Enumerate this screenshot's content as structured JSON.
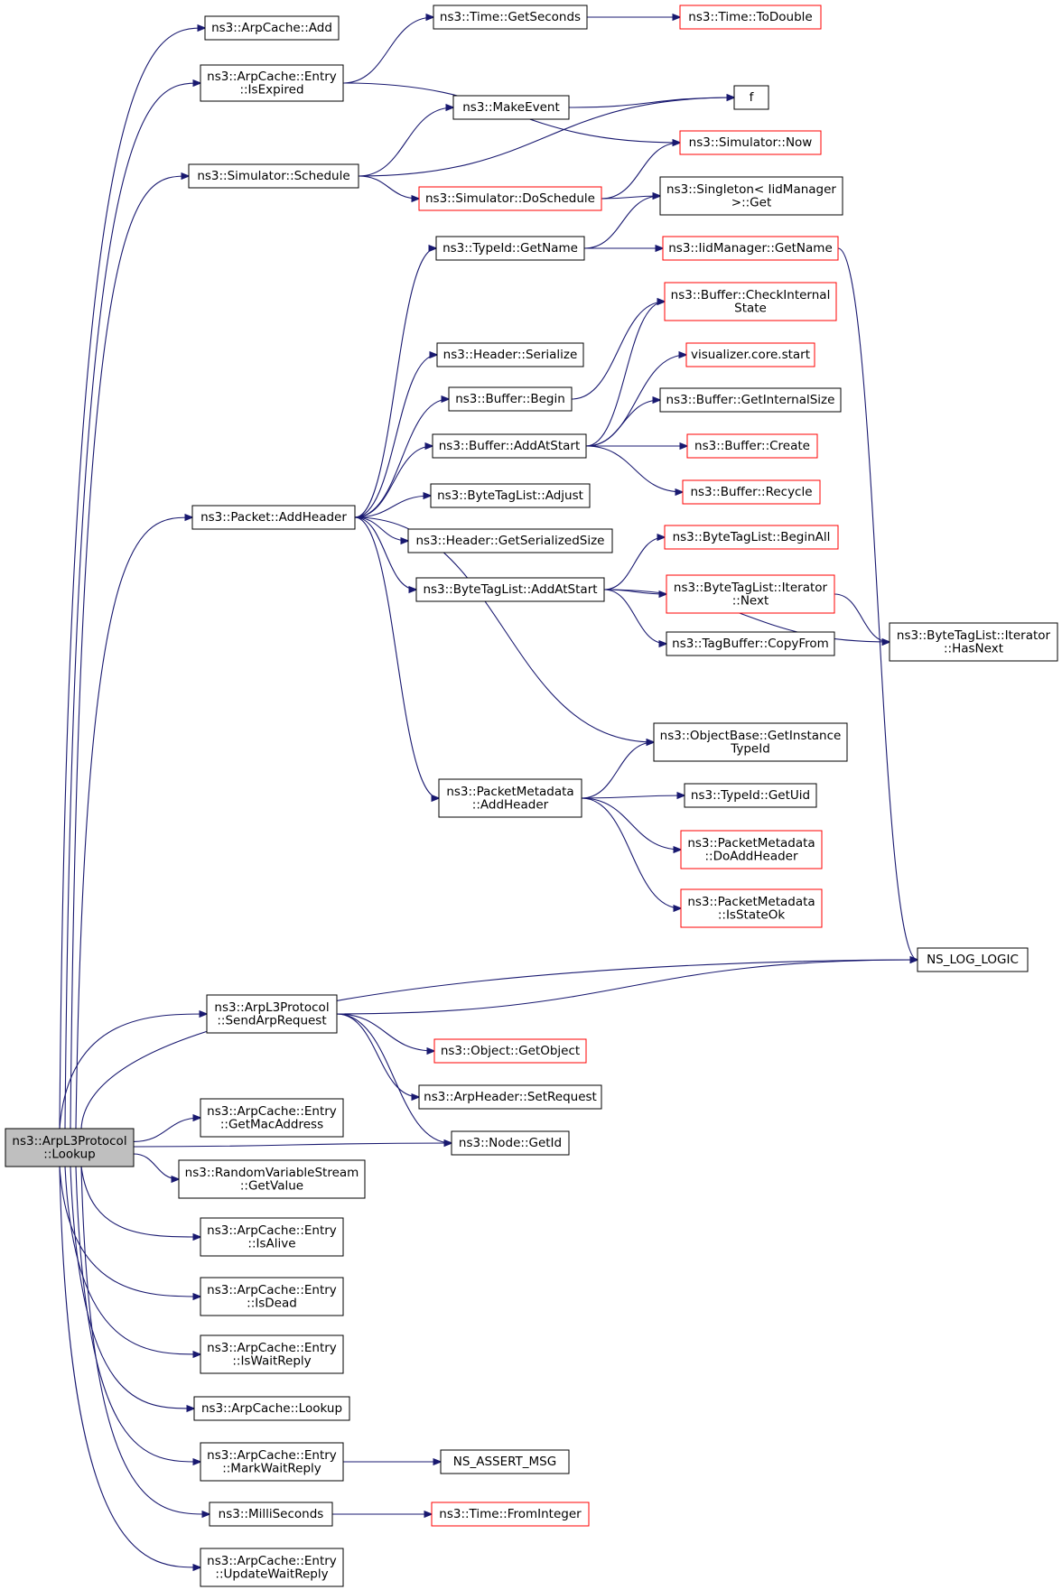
{
  "colors": {
    "edge": "#191970",
    "border_normal": "#000000",
    "border_truncated": "#ff0000",
    "root_fill": "#bfbfbf",
    "background": "#ffffff"
  },
  "nodes": [
    {
      "id": "root",
      "lines": [
        "ns3::ArpL3Protocol",
        "::Lookup"
      ],
      "style": "root"
    },
    {
      "id": "arpcache_add",
      "lines": [
        "ns3::ArpCache::Add"
      ],
      "style": "normal"
    },
    {
      "id": "entry_isexpired",
      "lines": [
        "ns3::ArpCache::Entry",
        "::IsExpired"
      ],
      "style": "normal"
    },
    {
      "id": "time_getseconds",
      "lines": [
        "ns3::Time::GetSeconds"
      ],
      "style": "normal"
    },
    {
      "id": "time_todouble",
      "lines": [
        "ns3::Time::ToDouble"
      ],
      "style": "red"
    },
    {
      "id": "f",
      "lines": [
        "f"
      ],
      "style": "normal"
    },
    {
      "id": "makeevent",
      "lines": [
        "ns3::MakeEvent"
      ],
      "style": "normal"
    },
    {
      "id": "sim_now",
      "lines": [
        "ns3::Simulator::Now"
      ],
      "style": "red"
    },
    {
      "id": "sim_schedule",
      "lines": [
        "ns3::Simulator::Schedule"
      ],
      "style": "normal"
    },
    {
      "id": "sim_doschedule",
      "lines": [
        "ns3::Simulator::DoSchedule"
      ],
      "style": "red"
    },
    {
      "id": "singleton_get",
      "lines": [
        "ns3::Singleton< IidManager",
        ">::Get"
      ],
      "style": "normal"
    },
    {
      "id": "typeid_getname",
      "lines": [
        "ns3::TypeId::GetName"
      ],
      "style": "normal"
    },
    {
      "id": "iidmanager_getname",
      "lines": [
        "ns3::IidManager::GetName"
      ],
      "style": "red"
    },
    {
      "id": "buffer_checkinternal",
      "lines": [
        "ns3::Buffer::CheckInternal",
        "State"
      ],
      "style": "red"
    },
    {
      "id": "header_serialize",
      "lines": [
        "ns3::Header::Serialize"
      ],
      "style": "normal"
    },
    {
      "id": "vis_start",
      "lines": [
        "visualizer.core.start"
      ],
      "style": "red"
    },
    {
      "id": "buffer_begin",
      "lines": [
        "ns3::Buffer::Begin"
      ],
      "style": "normal"
    },
    {
      "id": "buffer_getinternalsize",
      "lines": [
        "ns3::Buffer::GetInternalSize"
      ],
      "style": "normal"
    },
    {
      "id": "buffer_addatstart",
      "lines": [
        "ns3::Buffer::AddAtStart"
      ],
      "style": "normal"
    },
    {
      "id": "buffer_create",
      "lines": [
        "ns3::Buffer::Create"
      ],
      "style": "red"
    },
    {
      "id": "buffer_recycle",
      "lines": [
        "ns3::Buffer::Recycle"
      ],
      "style": "red"
    },
    {
      "id": "btl_adjust",
      "lines": [
        "ns3::ByteTagList::Adjust"
      ],
      "style": "normal"
    },
    {
      "id": "packet_addheader",
      "lines": [
        "ns3::Packet::AddHeader"
      ],
      "style": "normal"
    },
    {
      "id": "header_getserializedsize",
      "lines": [
        "ns3::Header::GetSerializedSize"
      ],
      "style": "normal"
    },
    {
      "id": "btl_beginall",
      "lines": [
        "ns3::ByteTagList::BeginAll"
      ],
      "style": "red"
    },
    {
      "id": "btl_addatstart",
      "lines": [
        "ns3::ByteTagList::AddAtStart"
      ],
      "style": "normal"
    },
    {
      "id": "btl_iter_next",
      "lines": [
        "ns3::ByteTagList::Iterator",
        "::Next"
      ],
      "style": "red"
    },
    {
      "id": "tagbuffer_copyfrom",
      "lines": [
        "ns3::TagBuffer::CopyFrom"
      ],
      "style": "normal"
    },
    {
      "id": "btl_iter_hasnext",
      "lines": [
        "ns3::ByteTagList::Iterator",
        "::HasNext"
      ],
      "style": "normal"
    },
    {
      "id": "objectbase_getinstance",
      "lines": [
        "ns3::ObjectBase::GetInstance",
        "TypeId"
      ],
      "style": "normal"
    },
    {
      "id": "pm_addheader",
      "lines": [
        "ns3::PacketMetadata",
        "::AddHeader"
      ],
      "style": "normal"
    },
    {
      "id": "typeid_getuid",
      "lines": [
        "ns3::TypeId::GetUid"
      ],
      "style": "normal"
    },
    {
      "id": "pm_doaddheader",
      "lines": [
        "ns3::PacketMetadata",
        "::DoAddHeader"
      ],
      "style": "red"
    },
    {
      "id": "pm_isstateok",
      "lines": [
        "ns3::PacketMetadata",
        "::IsStateOk"
      ],
      "style": "red"
    },
    {
      "id": "ns_log_logic",
      "lines": [
        "NS_LOG_LOGIC"
      ],
      "style": "normal"
    },
    {
      "id": "sendarprequest",
      "lines": [
        "ns3::ArpL3Protocol",
        "::SendArpRequest"
      ],
      "style": "normal"
    },
    {
      "id": "object_getobject",
      "lines": [
        "ns3::Object::GetObject"
      ],
      "style": "red"
    },
    {
      "id": "arpheader_setrequest",
      "lines": [
        "ns3::ArpHeader::SetRequest"
      ],
      "style": "normal"
    },
    {
      "id": "entry_getmac",
      "lines": [
        "ns3::ArpCache::Entry",
        "::GetMacAddress"
      ],
      "style": "normal"
    },
    {
      "id": "node_getid",
      "lines": [
        "ns3::Node::GetId"
      ],
      "style": "normal"
    },
    {
      "id": "rvs_getvalue",
      "lines": [
        "ns3::RandomVariableStream",
        "::GetValue"
      ],
      "style": "normal"
    },
    {
      "id": "entry_isalive",
      "lines": [
        "ns3::ArpCache::Entry",
        "::IsAlive"
      ],
      "style": "normal"
    },
    {
      "id": "entry_isdead",
      "lines": [
        "ns3::ArpCache::Entry",
        "::IsDead"
      ],
      "style": "normal"
    },
    {
      "id": "entry_iswaitreply",
      "lines": [
        "ns3::ArpCache::Entry",
        "::IsWaitReply"
      ],
      "style": "normal"
    },
    {
      "id": "arpcache_lookup",
      "lines": [
        "ns3::ArpCache::Lookup"
      ],
      "style": "normal"
    },
    {
      "id": "entry_markwaitreply",
      "lines": [
        "ns3::ArpCache::Entry",
        "::MarkWaitReply"
      ],
      "style": "normal"
    },
    {
      "id": "ns_assert_msg",
      "lines": [
        "NS_ASSERT_MSG"
      ],
      "style": "normal"
    },
    {
      "id": "milliseconds",
      "lines": [
        "ns3::MilliSeconds"
      ],
      "style": "normal"
    },
    {
      "id": "time_frominteger",
      "lines": [
        "ns3::Time::FromInteger"
      ],
      "style": "red"
    },
    {
      "id": "entry_updatewaitreply",
      "lines": [
        "ns3::ArpCache::Entry",
        "::UpdateWaitReply"
      ],
      "style": "normal"
    }
  ],
  "edges": [
    {
      "from": "root",
      "to": "arpcache_add"
    },
    {
      "from": "root",
      "to": "entry_isexpired"
    },
    {
      "from": "root",
      "to": "sim_schedule"
    },
    {
      "from": "root",
      "to": "packet_addheader"
    },
    {
      "from": "root",
      "to": "ns_log_logic"
    },
    {
      "from": "root",
      "to": "sendarprequest"
    },
    {
      "from": "root",
      "to": "entry_getmac"
    },
    {
      "from": "root",
      "to": "node_getid"
    },
    {
      "from": "root",
      "to": "rvs_getvalue"
    },
    {
      "from": "root",
      "to": "entry_isalive"
    },
    {
      "from": "root",
      "to": "entry_isdead"
    },
    {
      "from": "root",
      "to": "entry_iswaitreply"
    },
    {
      "from": "root",
      "to": "arpcache_lookup"
    },
    {
      "from": "root",
      "to": "entry_markwaitreply"
    },
    {
      "from": "root",
      "to": "milliseconds"
    },
    {
      "from": "root",
      "to": "entry_updatewaitreply"
    },
    {
      "from": "entry_isexpired",
      "to": "time_getseconds"
    },
    {
      "from": "entry_isexpired",
      "to": "sim_now"
    },
    {
      "from": "time_getseconds",
      "to": "time_todouble"
    },
    {
      "from": "makeevent",
      "to": "f"
    },
    {
      "from": "sim_schedule",
      "to": "makeevent"
    },
    {
      "from": "sim_schedule",
      "to": "f"
    },
    {
      "from": "sim_schedule",
      "to": "sim_doschedule"
    },
    {
      "from": "sim_doschedule",
      "to": "sim_now"
    },
    {
      "from": "sim_doschedule",
      "to": "singleton_get"
    },
    {
      "from": "typeid_getname",
      "to": "singleton_get"
    },
    {
      "from": "typeid_getname",
      "to": "iidmanager_getname"
    },
    {
      "from": "iidmanager_getname",
      "to": "ns_log_logic"
    },
    {
      "from": "buffer_begin",
      "to": "buffer_checkinternal"
    },
    {
      "from": "buffer_addatstart",
      "to": "buffer_checkinternal"
    },
    {
      "from": "buffer_addatstart",
      "to": "vis_start"
    },
    {
      "from": "buffer_addatstart",
      "to": "buffer_getinternalsize"
    },
    {
      "from": "buffer_addatstart",
      "to": "buffer_create"
    },
    {
      "from": "buffer_addatstart",
      "to": "buffer_recycle"
    },
    {
      "from": "packet_addheader",
      "to": "typeid_getname"
    },
    {
      "from": "packet_addheader",
      "to": "header_serialize"
    },
    {
      "from": "packet_addheader",
      "to": "buffer_begin"
    },
    {
      "from": "packet_addheader",
      "to": "buffer_addatstart"
    },
    {
      "from": "packet_addheader",
      "to": "btl_adjust"
    },
    {
      "from": "packet_addheader",
      "to": "header_getserializedsize"
    },
    {
      "from": "packet_addheader",
      "to": "btl_addatstart"
    },
    {
      "from": "packet_addheader",
      "to": "objectbase_getinstance"
    },
    {
      "from": "packet_addheader",
      "to": "pm_addheader"
    },
    {
      "from": "btl_addatstart",
      "to": "btl_beginall"
    },
    {
      "from": "btl_addatstart",
      "to": "btl_iter_next"
    },
    {
      "from": "btl_addatstart",
      "to": "tagbuffer_copyfrom"
    },
    {
      "from": "btl_addatstart",
      "to": "btl_iter_hasnext"
    },
    {
      "from": "btl_iter_next",
      "to": "btl_iter_hasnext"
    },
    {
      "from": "pm_addheader",
      "to": "objectbase_getinstance"
    },
    {
      "from": "pm_addheader",
      "to": "typeid_getuid"
    },
    {
      "from": "pm_addheader",
      "to": "pm_doaddheader"
    },
    {
      "from": "pm_addheader",
      "to": "pm_isstateok"
    },
    {
      "from": "sendarprequest",
      "to": "ns_log_logic"
    },
    {
      "from": "sendarprequest",
      "to": "object_getobject"
    },
    {
      "from": "sendarprequest",
      "to": "arpheader_setrequest"
    },
    {
      "from": "sendarprequest",
      "to": "node_getid"
    },
    {
      "from": "entry_markwaitreply",
      "to": "ns_assert_msg"
    },
    {
      "from": "milliseconds",
      "to": "time_frominteger"
    }
  ]
}
